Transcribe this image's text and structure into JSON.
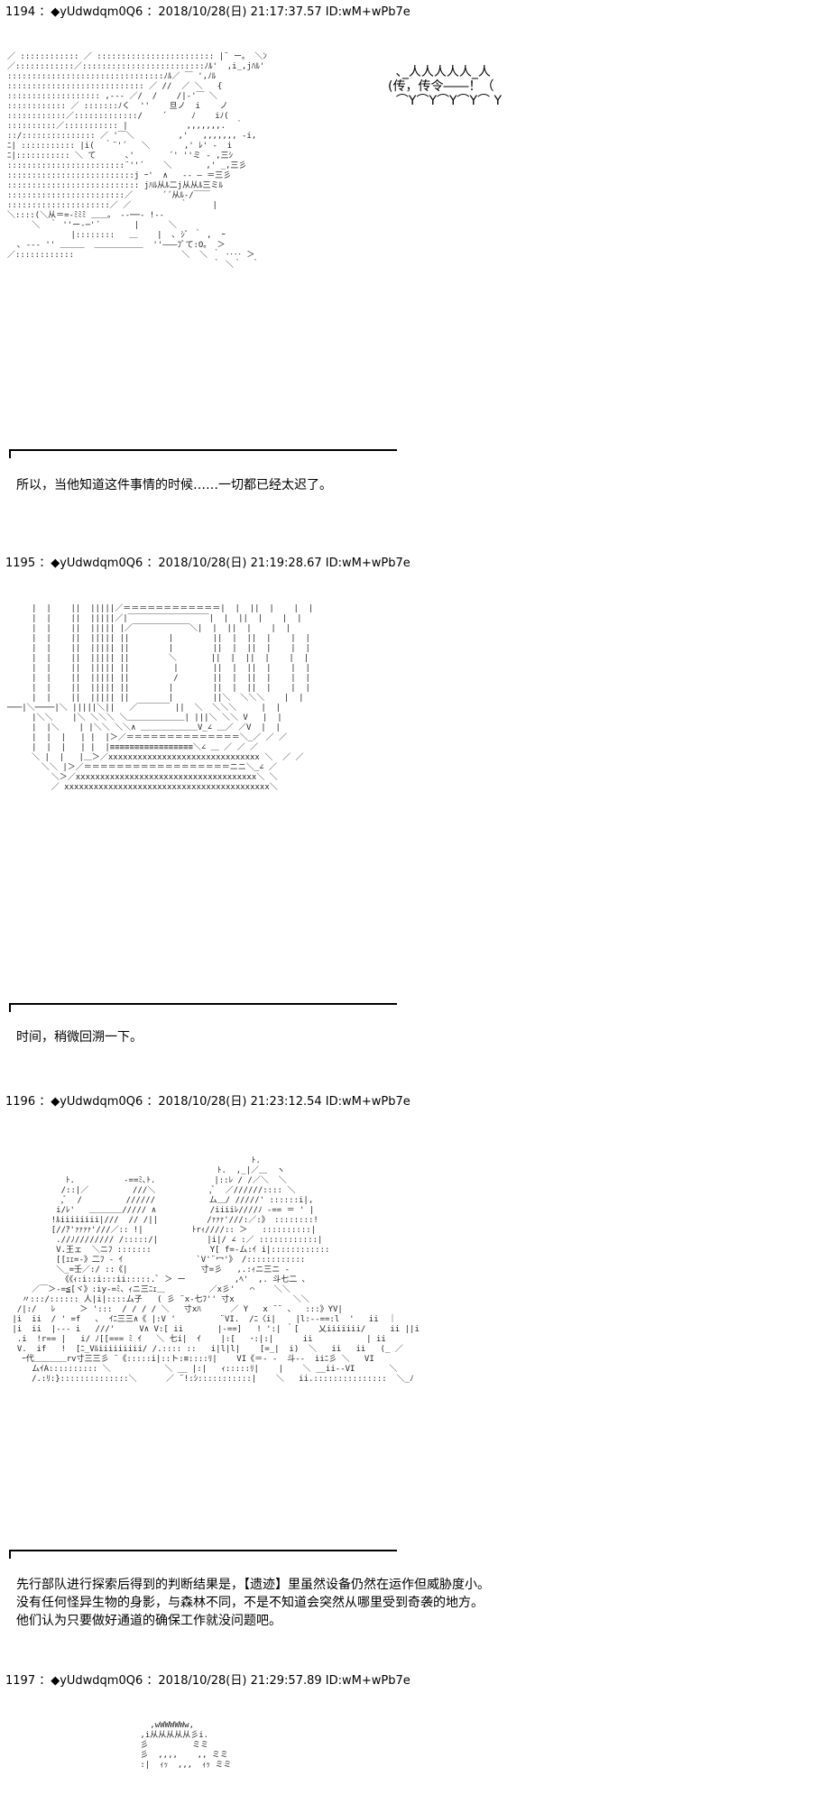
{
  "posts": [
    {
      "header": "1194 ：◆yUdwdqm0Q6 ：2018/10/28(日) 21:17:37.57 ID:wM+wPb7e",
      "speech": "(传，传令――！（",
      "caption": "所以，当他知道这件事情的时候……一切都已经太迟了。"
    },
    {
      "header": "1195 ：◆yUdwdqm0Q6 ：2018/10/28(日) 21:19:28.67 ID:wM+wPb7e",
      "caption": "时间，稍微回溯一下。"
    },
    {
      "header": "1196 ：◆yUdwdqm0Q6 ：2018/10/28(日) 21:23:12.54 ID:wM+wPb7e",
      "caption": "先行部队进行探索后得到的判断结果是，【遗迹】里虽然设备仍然在运作但威胁度小。\n没有任何怪异生物的身影，与森林不同，不是不知道会突然从哪里受到奇袭的地方。\n他们认为只要做好通道的确保工作就没问题吧。"
    },
    {
      "header": "1197 ：◆yUdwdqm0Q6 ：2018/10/28(日) 21:29:57.89 ID:wM+wPb7e"
    }
  ],
  "colors": {
    "text": "#000000",
    "art": "#222222",
    "background": "#ffffff"
  }
}
